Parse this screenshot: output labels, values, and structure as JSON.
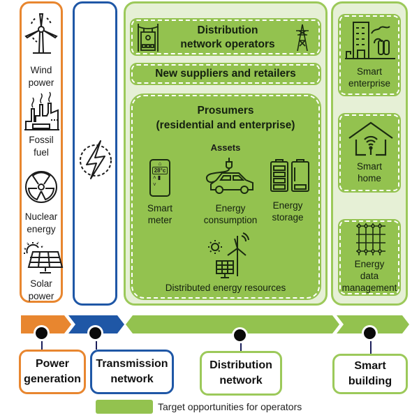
{
  "generation_sources": [
    {
      "icon": "wind-turbine-icon",
      "label_lines": [
        "Wind",
        "power"
      ]
    },
    {
      "icon": "factory-icon",
      "label_lines": [
        "Fossil",
        "fuel"
      ]
    },
    {
      "icon": "nuclear-icon",
      "label_lines": [
        "Nuclear",
        "energy"
      ]
    },
    {
      "icon": "solar-panel-icon",
      "label_lines": [
        "Solar",
        "power"
      ]
    }
  ],
  "transmission": {
    "icon": "lightning-bolt-icon"
  },
  "distribution": {
    "operators": {
      "line1": "Distribution",
      "line2": "network operators"
    },
    "suppliers": "New suppliers and retailers",
    "prosumers": {
      "title_line1": "Prosumers",
      "title_line2": "(residential and enterprise)",
      "assets_heading": "Assets",
      "assets": [
        {
          "icon": "smart-meter-icon",
          "line1": "Smart",
          "line2": "meter",
          "meter_reading": "28°c"
        },
        {
          "icon": "electric-car-icon",
          "line1": "Energy",
          "line2": "consumption"
        },
        {
          "icon": "battery-storage-icon",
          "line1": "Energy",
          "line2": "storage"
        }
      ],
      "der_label": "Distributed energy resources"
    }
  },
  "smart_building": [
    {
      "icon": "office-building-icon",
      "line1": "Smart",
      "line2": "enterprise"
    },
    {
      "icon": "smart-home-icon",
      "line1": "Smart",
      "line2": "home"
    },
    {
      "icon": "data-grid-icon",
      "line1": "Energy",
      "line2": "data",
      "line3": "management"
    }
  ],
  "stages": [
    {
      "line1": "Power",
      "line2": "generation",
      "color": "#e8862f"
    },
    {
      "line1": "Transmission",
      "line2": "network",
      "color": "#1f57a6"
    },
    {
      "line1": "Distribution",
      "line2": "network",
      "color": "#9cc95a"
    },
    {
      "line1": "Smart",
      "line2": "building",
      "color": "#9cc95a"
    }
  ],
  "legend": {
    "label": "Target opportunities for operators",
    "color": "#93c24f"
  },
  "colors": {
    "orange": "#e8862f",
    "blue": "#1f57a6",
    "green": "#93c24f",
    "light_green": "#e6f0d6"
  }
}
